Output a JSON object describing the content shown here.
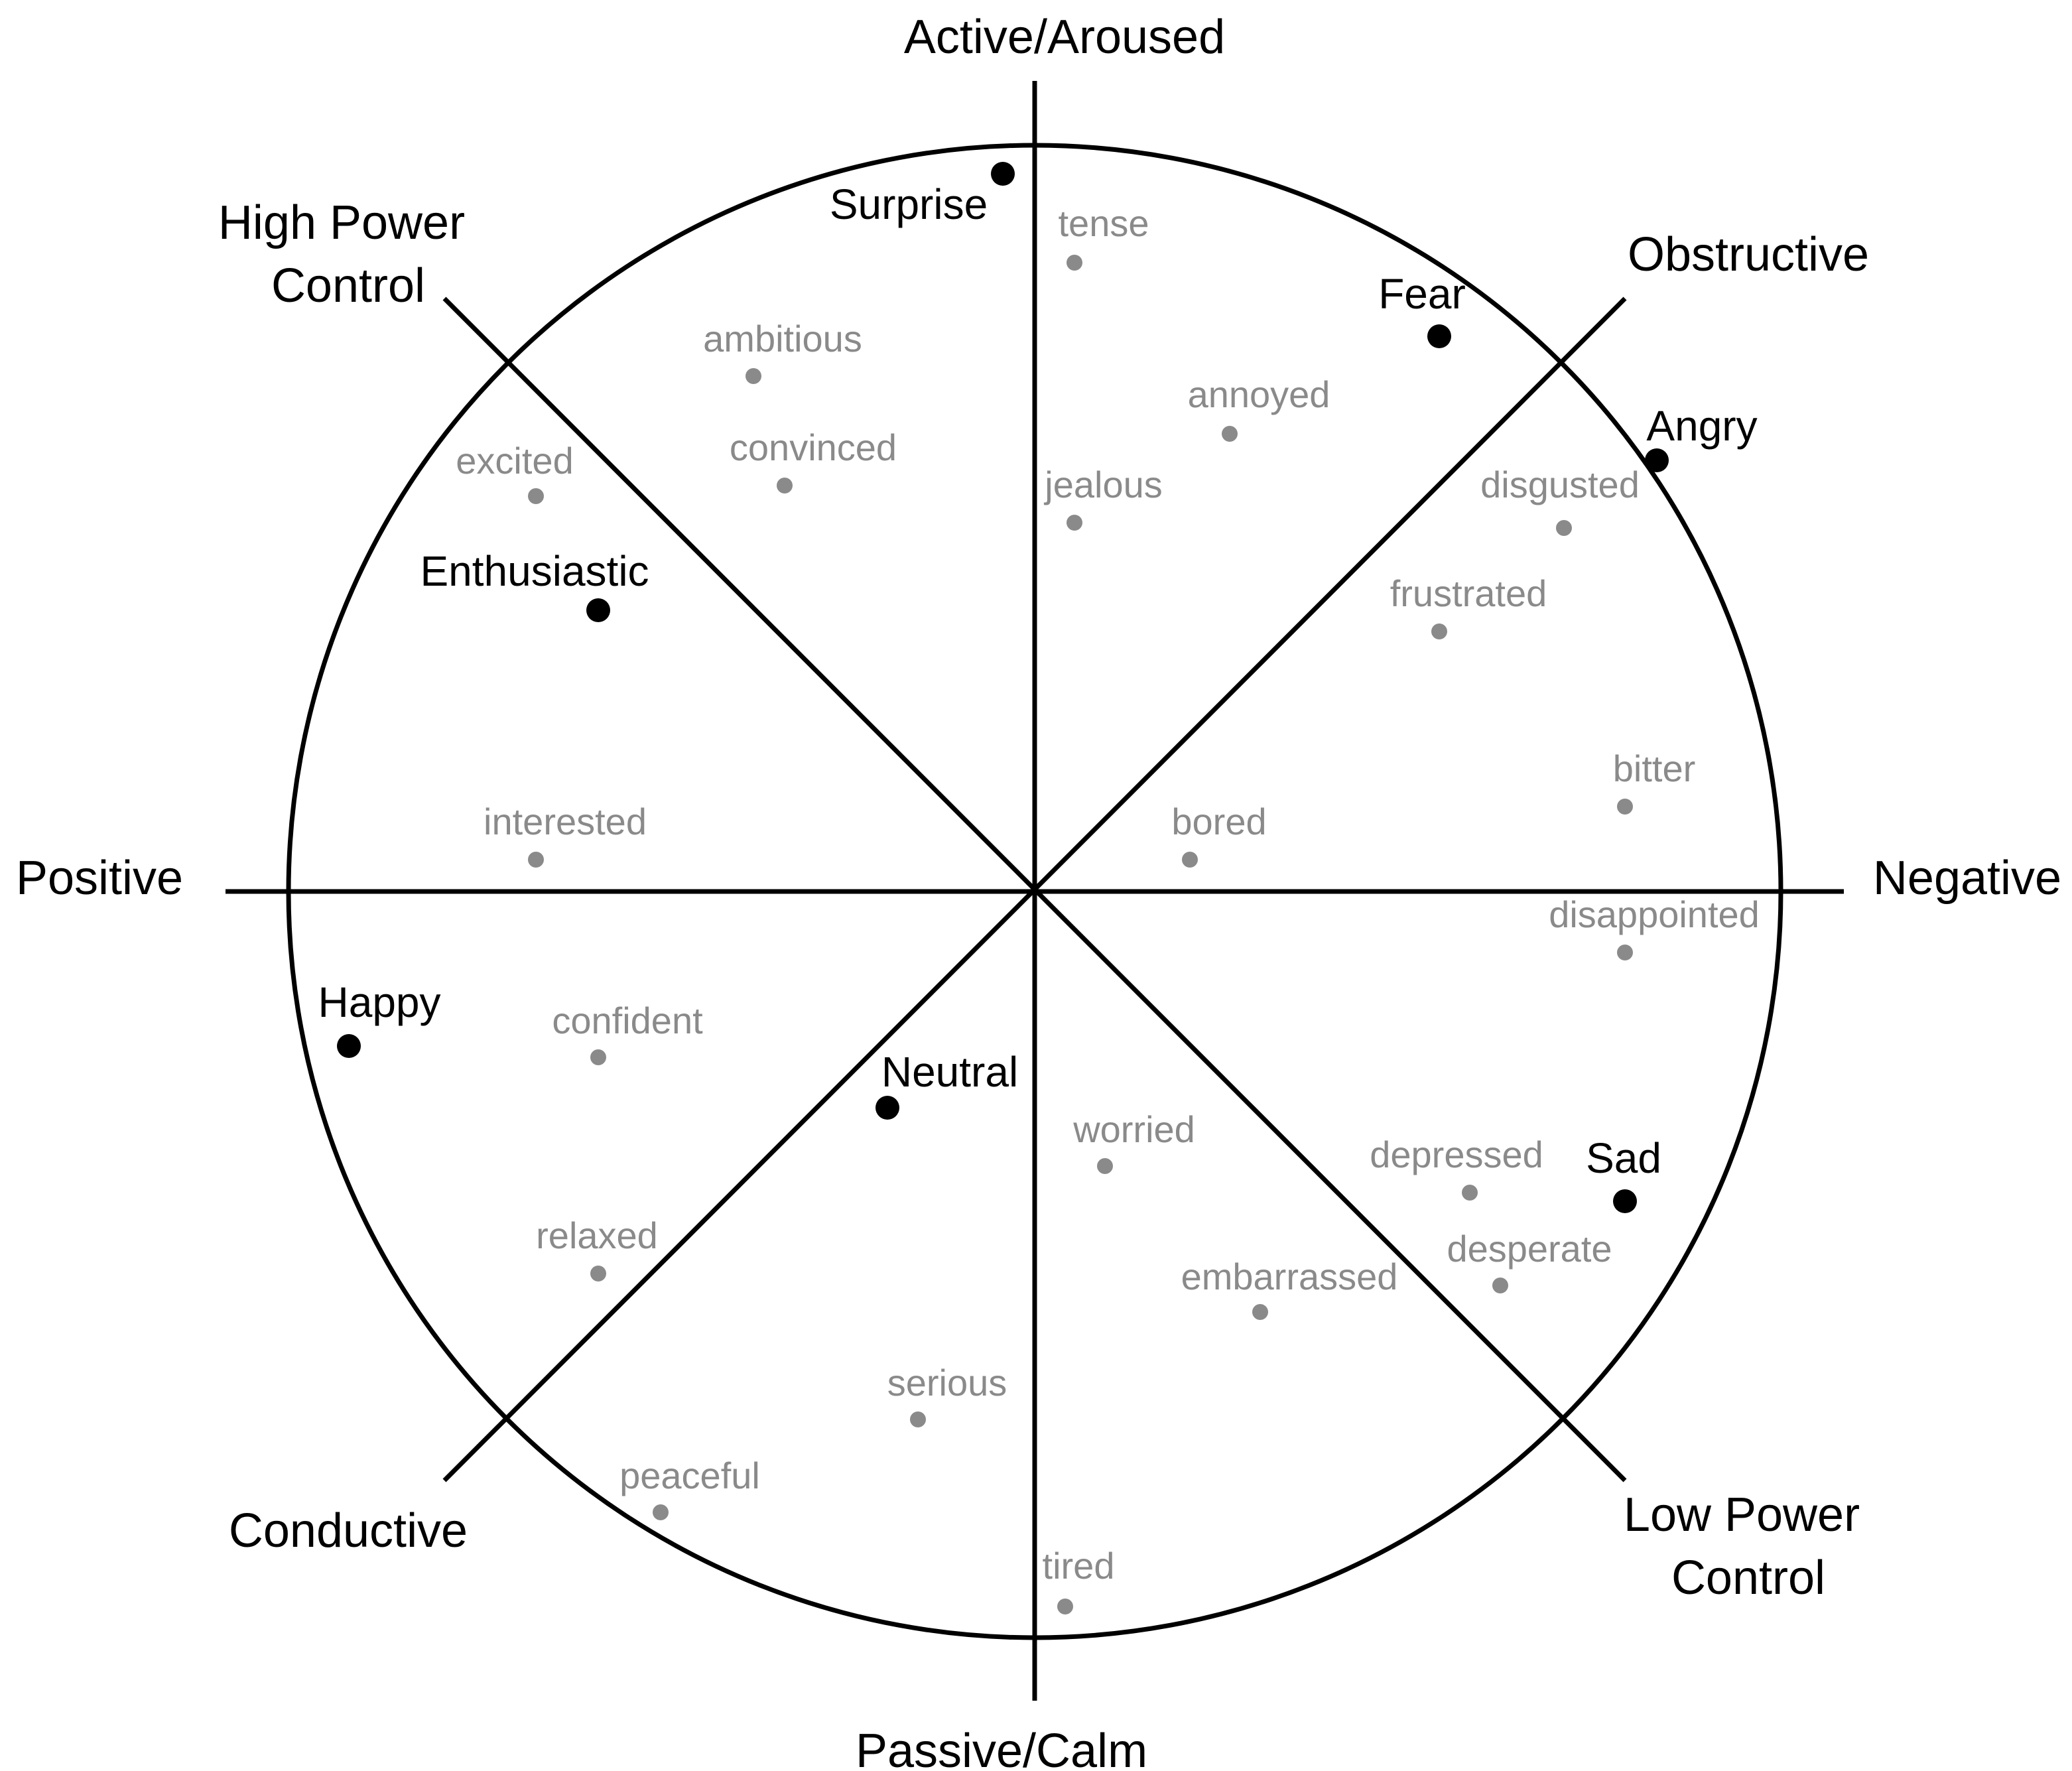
{
  "colors": {
    "line": "#000000",
    "primary": "#000000",
    "secondary": "#8a8a8a",
    "background": "#ffffff"
  },
  "axes": [
    {
      "key": "top",
      "label": "Active/Aroused"
    },
    {
      "key": "bottom",
      "label": "Passive/Calm"
    },
    {
      "key": "left",
      "label": "Positive"
    },
    {
      "key": "right",
      "label": "Negative"
    },
    {
      "key": "top-left",
      "label_lines": [
        "High Power",
        "Control"
      ]
    },
    {
      "key": "top-right",
      "label": "Obstructive"
    },
    {
      "key": "bottom-left",
      "label": "Conductive"
    },
    {
      "key": "bottom-right",
      "label_lines": [
        "Low Power",
        "Control"
      ]
    }
  ],
  "primary_emotions": [
    "Surprise",
    "Fear",
    "Angry",
    "Enthusiastic",
    "Happy",
    "Neutral",
    "Sad"
  ],
  "secondary_emotions": [
    "tense",
    "ambitious",
    "annoyed",
    "convinced",
    "excited",
    "jealous",
    "disgusted",
    "frustrated",
    "interested",
    "bored",
    "bitter",
    "disappointed",
    "confident",
    "worried",
    "depressed",
    "relaxed",
    "desperate",
    "embarrassed",
    "serious",
    "peaceful",
    "tired"
  ]
}
